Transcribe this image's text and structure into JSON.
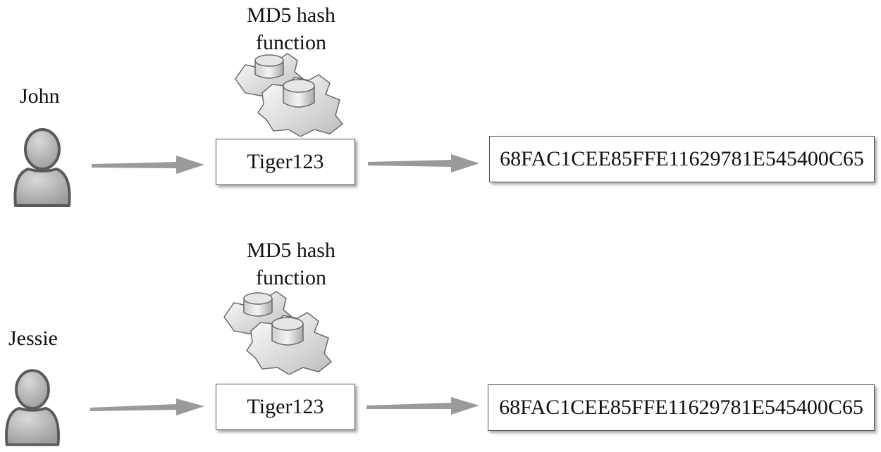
{
  "rows": [
    {
      "user": {
        "name": "John",
        "icon": "user-icon"
      },
      "function": {
        "label_line1": "MD5 hash",
        "label_line2": "function",
        "icon": "gears-icon"
      },
      "password": "Tiger123",
      "hash": "68FAC1CEE85FFE11629781E545400C65"
    },
    {
      "user": {
        "name": "Jessie",
        "icon": "user-icon"
      },
      "function": {
        "label_line1": "MD5 hash",
        "label_line2": "function",
        "icon": "gears-icon"
      },
      "password": "Tiger123",
      "hash": "68FAC1CEE85FFE11629781E545400C65"
    }
  ],
  "colors": {
    "arrow": "#9a9a9a",
    "person": "#b3b3b3",
    "person_outline": "#5a5a5a",
    "gear": "#e9e9e9"
  }
}
